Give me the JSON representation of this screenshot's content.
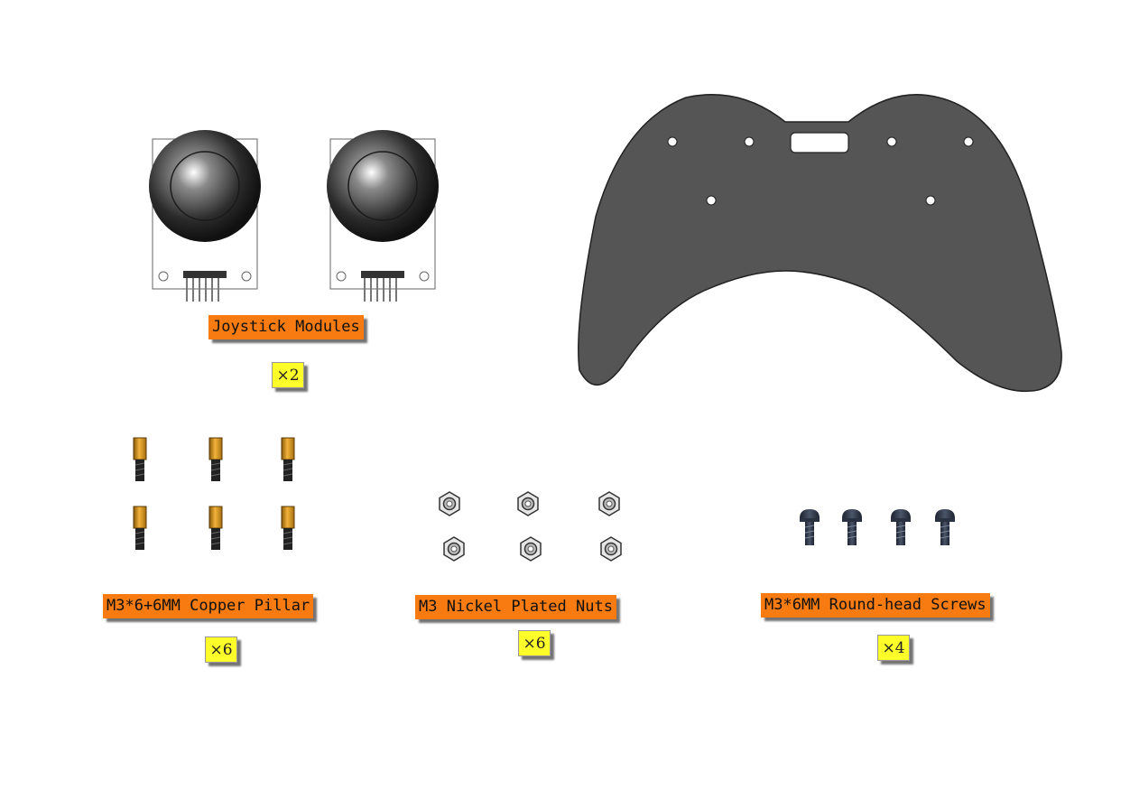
{
  "parts": {
    "joystick": {
      "label": "Joystick Modules",
      "qty": "×2"
    },
    "pillar": {
      "label": "M3*6+6MM Copper Pillar",
      "qty": "×6"
    },
    "nuts": {
      "label": "M3 Nickel Plated Nuts",
      "qty": "×6"
    },
    "screws": {
      "label": "M3*6MM Round-head Screws",
      "qty": "×4"
    }
  },
  "colors": {
    "label_bg": "#f77b10",
    "qty_bg": "#fdfd2a",
    "plate": "#555555",
    "copper": "#e8a020"
  },
  "icons": [
    "joystick-module-icon",
    "controller-plate-icon",
    "copper-pillar-icon",
    "hex-nut-icon",
    "round-head-screw-icon"
  ]
}
